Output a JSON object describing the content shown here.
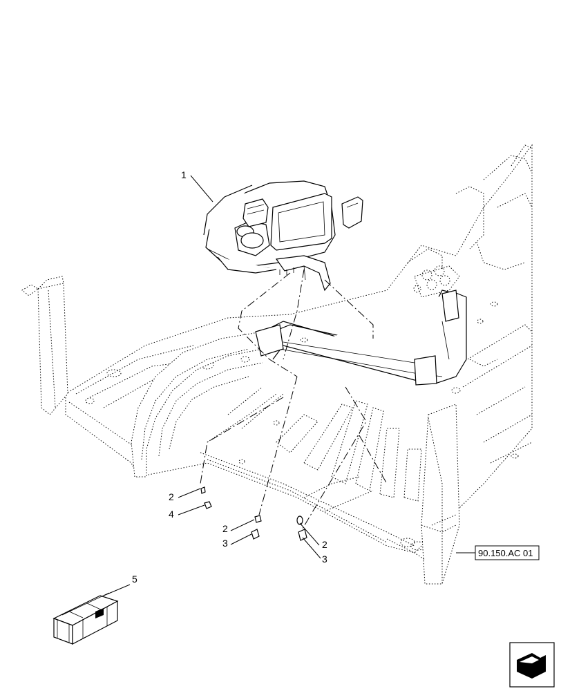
{
  "callouts": {
    "c1": "1",
    "c2a": "2",
    "c4": "4",
    "c2b": "2",
    "c3a": "3",
    "c2c": "2",
    "c3b": "3",
    "c5": "5"
  },
  "reference_box": "90.150.AC 01",
  "nav_icon": "next-page-arrow-icon"
}
